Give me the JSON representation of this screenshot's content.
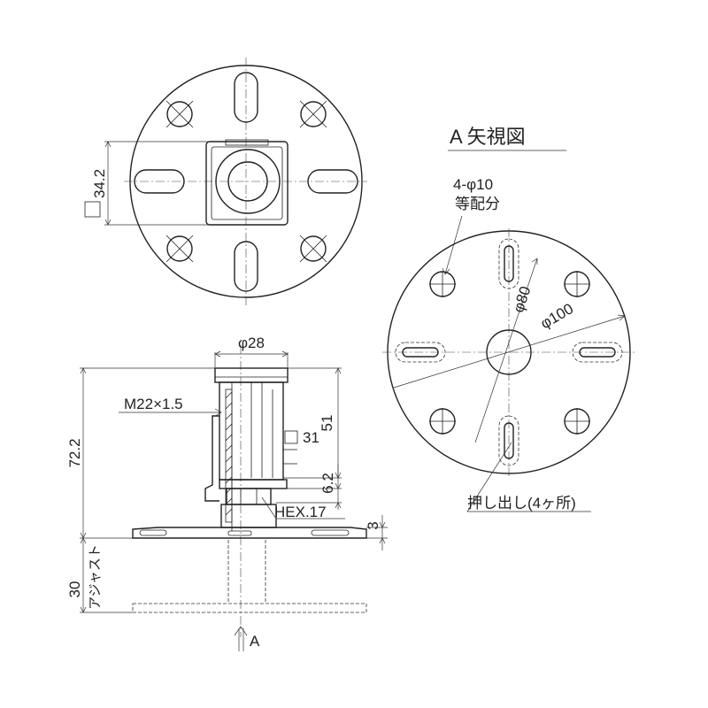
{
  "view_title": "A 矢視図",
  "top_view": {
    "dim_square": "34.2"
  },
  "side_view": {
    "dim_diameter": "φ28",
    "dim_thread": "M22×1.5",
    "dim_51": "51",
    "dim_31": "31",
    "dim_62": "6.2",
    "dim_hex": "HEX.17",
    "dim_3": "3",
    "dim_total": "72.2",
    "dim_adjust_value": "30",
    "dim_adjust_label": "アジャスト",
    "arrow_label": "A"
  },
  "a_view": {
    "holes_line1": "4-φ10",
    "holes_line2": "等配分",
    "pcd_80": "φ80",
    "dia_100": "φ100",
    "embossing": "押し出し(4ヶ所)"
  }
}
